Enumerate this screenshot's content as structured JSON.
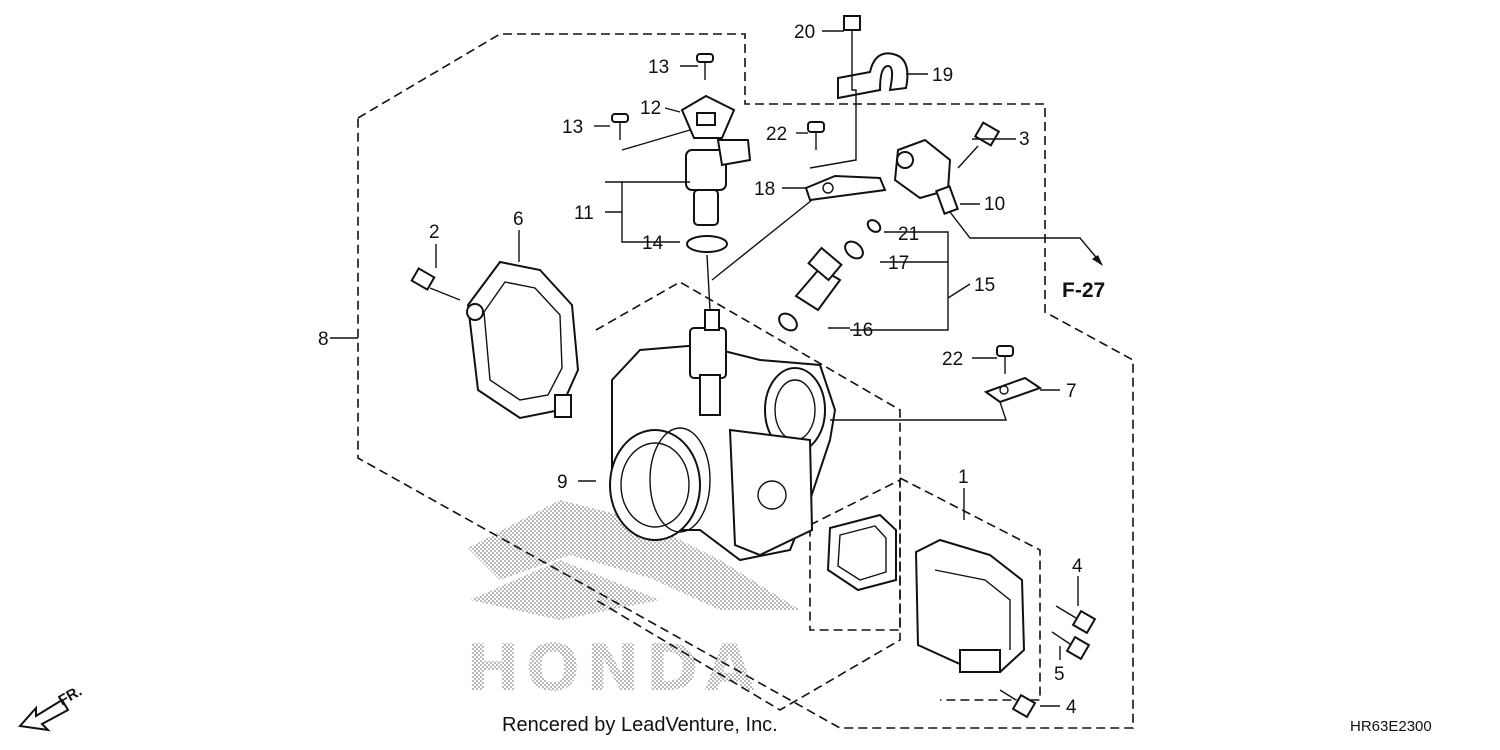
{
  "diagram": {
    "callouts": {
      "c1": "1",
      "c2": "2",
      "c3": "3",
      "c4a": "4",
      "c4b": "4",
      "c5": "5",
      "c6": "6",
      "c7": "7",
      "c8": "8",
      "c9": "9",
      "c10": "10",
      "c11": "11",
      "c12": "12",
      "c13a": "13",
      "c13b": "13",
      "c14": "14",
      "c15": "15",
      "c16": "16",
      "c17": "17",
      "c18": "18",
      "c19": "19",
      "c20": "20",
      "c21": "21",
      "c22a": "22",
      "c22b": "22"
    },
    "reference": "F-27",
    "logo_text": "HONDA",
    "direction_label": "FR.",
    "watermark": "Rencered by LeadVenture, Inc.",
    "diagram_code": "HR63E2300"
  },
  "colors": {
    "line": "#111111",
    "background": "#ffffff",
    "logo_dots": "#888888"
  }
}
